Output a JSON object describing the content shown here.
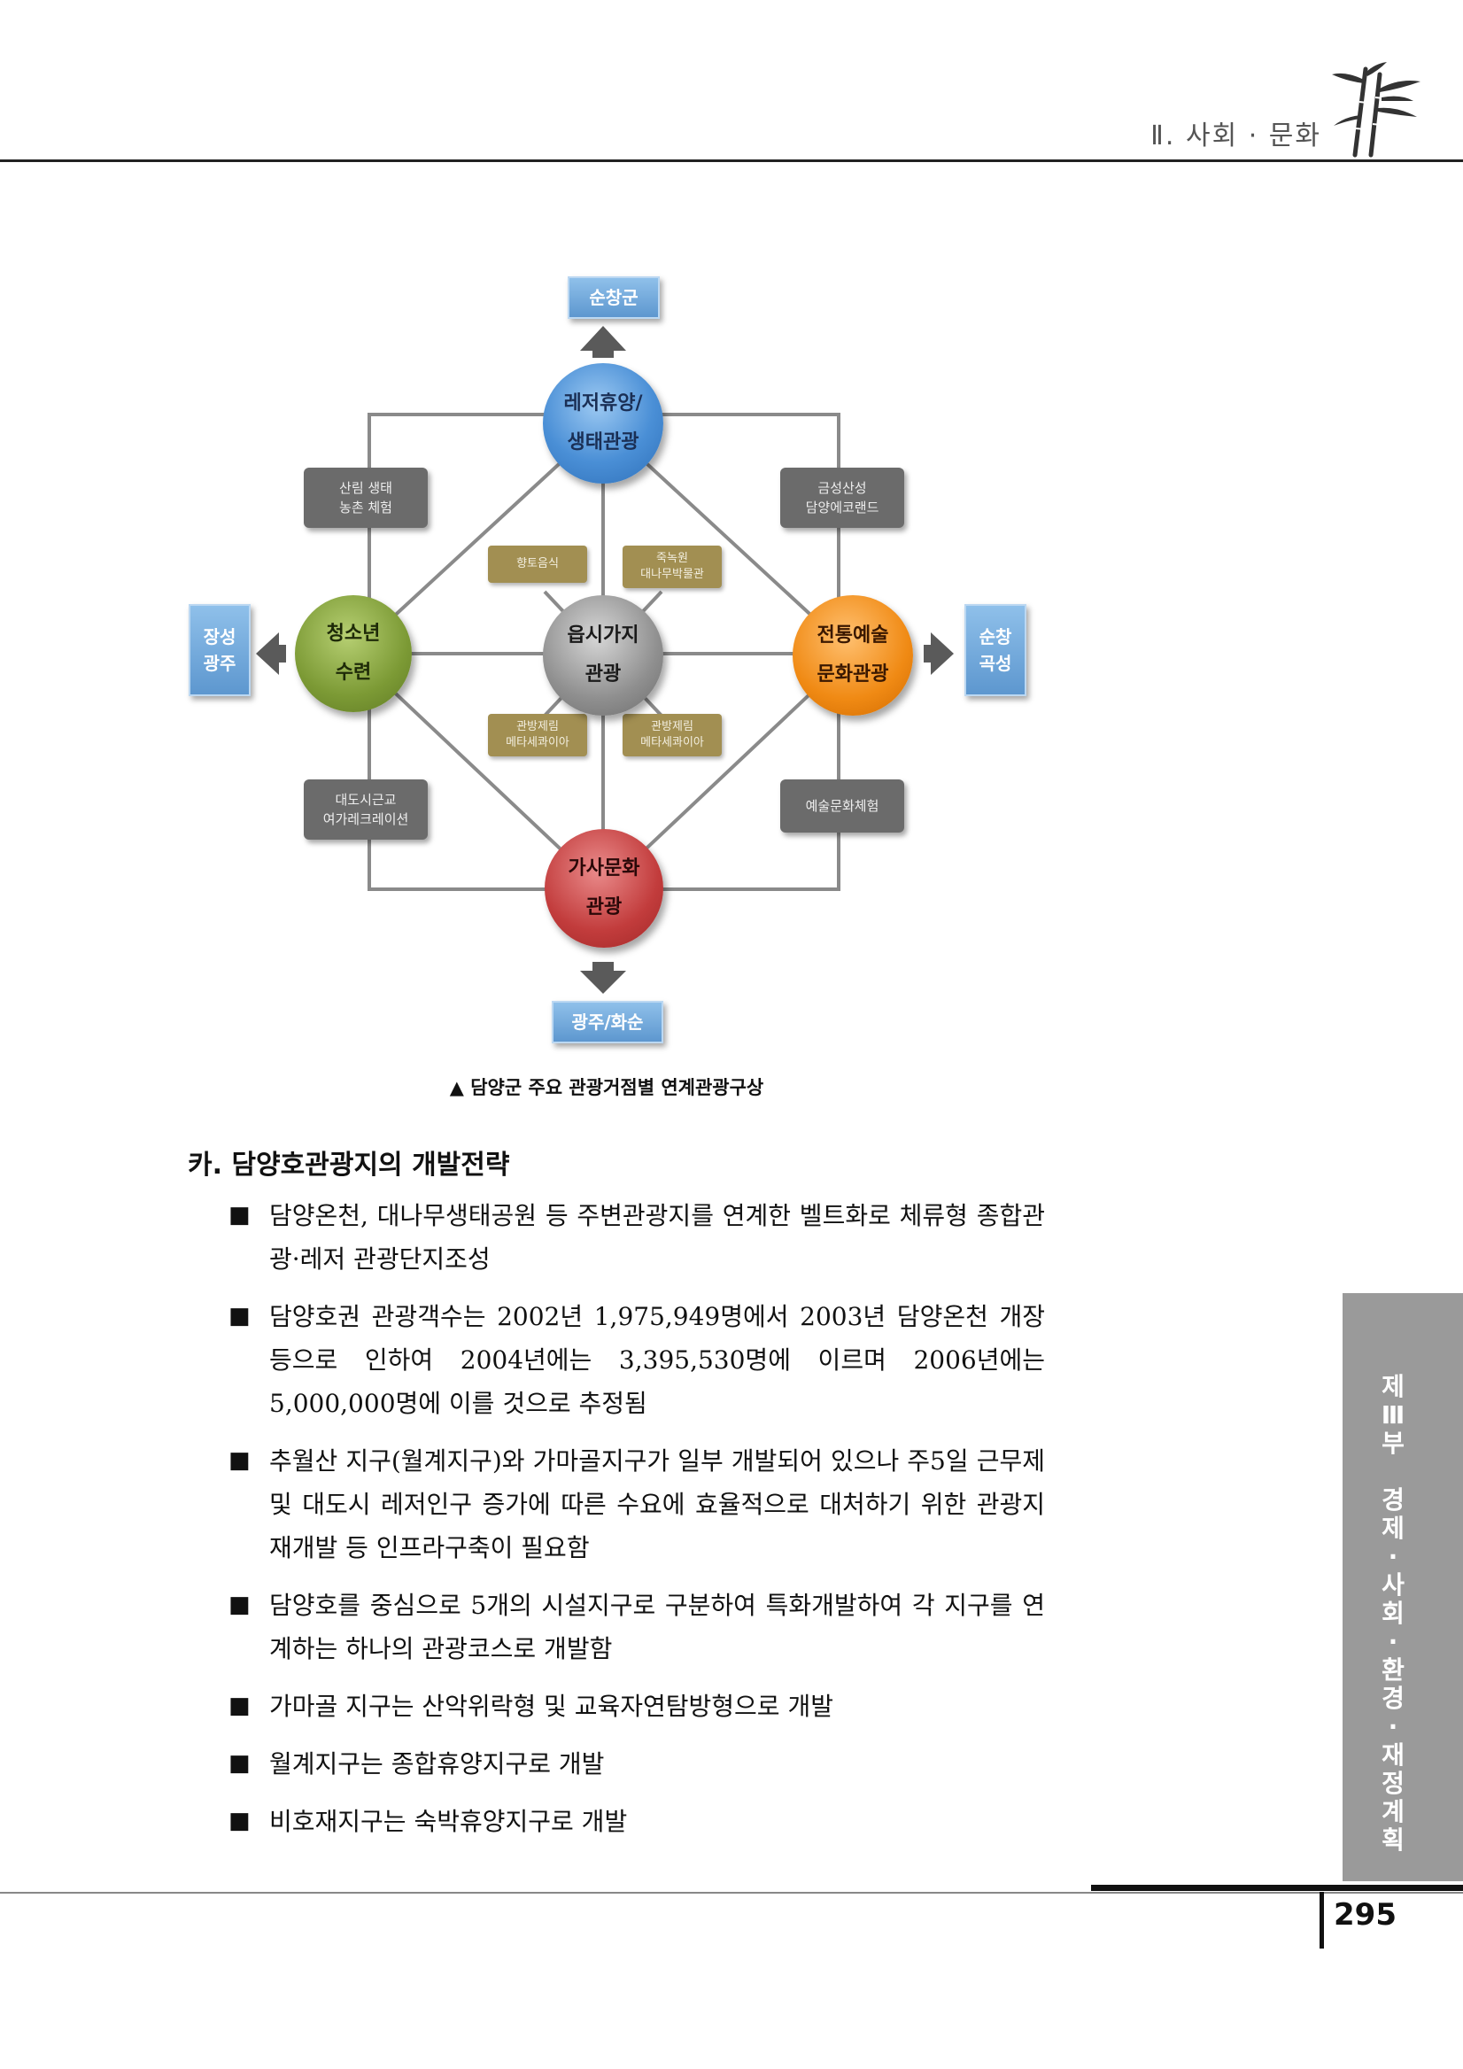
{
  "header": {
    "section": "Ⅱ. 사회 · 문화"
  },
  "diagram": {
    "nodes": {
      "top": [
        "레저휴양/",
        "생태관광"
      ],
      "left": [
        "청소년",
        "수련"
      ],
      "center": [
        "읍시가지",
        "관광"
      ],
      "right": [
        "전통예술",
        "문화관광"
      ],
      "bottom": [
        "가사문화",
        "관광"
      ]
    },
    "gray_boxes": {
      "top_left": [
        "산림 생태",
        "농촌 체험"
      ],
      "top_right": [
        "금성산성",
        "담양에코랜드"
      ],
      "bottom_left": [
        "대도시근교",
        "여가레크레이션"
      ],
      "bottom_right": [
        "예술문화체험"
      ]
    },
    "olive_boxes": {
      "top_left": [
        "향토음식"
      ],
      "top_right": [
        "죽녹원",
        "대나무박물관"
      ],
      "bottom_left": [
        "관방제림",
        "메타세콰이아"
      ],
      "bottom_right": [
        "관방제림",
        "메타세콰이아"
      ]
    },
    "destinations": {
      "top": [
        "순창군"
      ],
      "left": [
        "장성",
        "광주"
      ],
      "right": [
        "순창",
        "곡성"
      ],
      "bottom": [
        "광주/화순"
      ]
    },
    "colors": {
      "line": "#8a8a8a",
      "arrow": "#5a5a5a"
    }
  },
  "caption": "▲ 담양군 주요 관광거점별 연계관광구상",
  "section": {
    "title": "카. 담양호관광지의 개발전략",
    "bullet_mark": "■",
    "bullets": [
      "담양온천, 대나무생태공원 등 주변관광지를 연계한 벨트화로 체류형 종합관광·레저 관광단지조성",
      "담양호권 관광객수는 2002년 1,975,949명에서 2003년 담양온천 개장 등으로 인하여 2004년에는 3,395,530명에 이르며 2006년에는 5,000,000명에 이를 것으로 추정됨",
      "추월산 지구(월계지구)와 가마골지구가 일부 개발되어 있으나 주5일 근무제 및 대도시 레저인구 증가에 따른 수요에 효율적으로 대처하기 위한 관광지재개발 등 인프라구축이 필요함",
      "담양호를 중심으로 5개의 시설지구로 구분하여 특화개발하여 각 지구를 연계하는 하나의 관광코스로 개발함",
      "가마골 지구는 산악위락형 및 교육자연탐방형으로 개발",
      "월계지구는 종합휴양지구로 개발",
      "비호재지구는 숙박휴양지구로 개발"
    ]
  },
  "side_tab": "제\nⅢ\n부\n\n경\n제\n·\n사\n회\n·\n환\n경\n·\n재\n정\n계\n획",
  "page_number": "295"
}
